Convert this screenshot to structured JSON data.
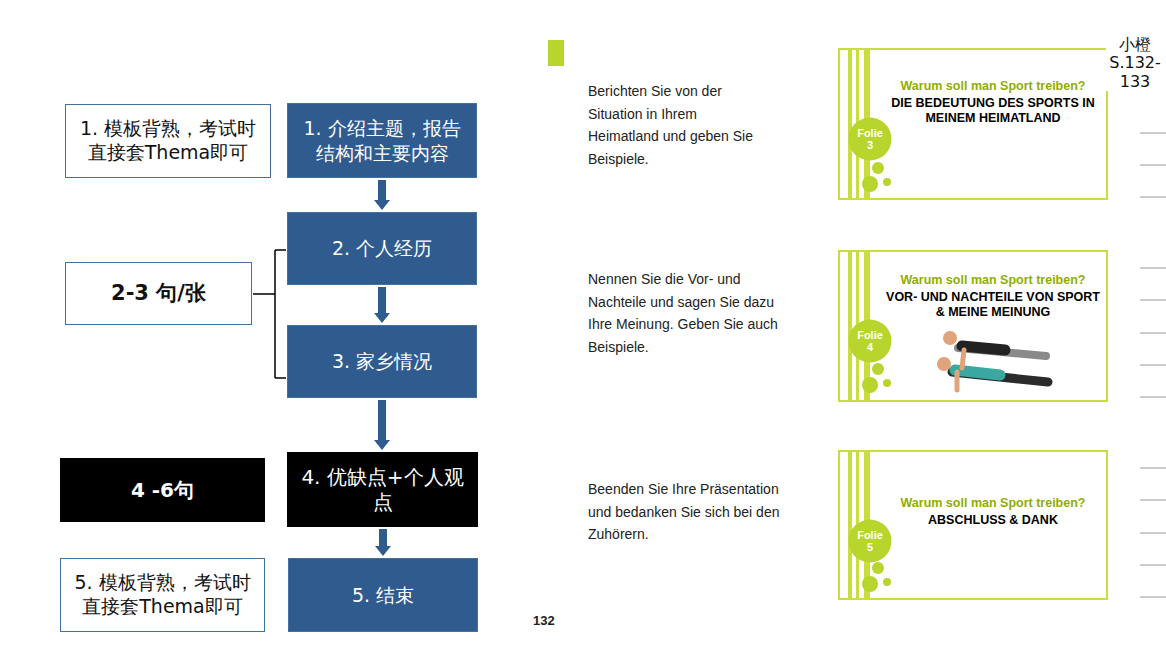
{
  "diagram": {
    "nodes": [
      {
        "text": [
          "1. 模板背熟，考试时直接套Thema即可"
        ]
      },
      {
        "text": [
          "1. 介绍主题，报告结构和主要内容"
        ]
      },
      {
        "text": [
          "2-3 句/张"
        ]
      },
      {
        "text": [
          "2. 个人经历"
        ]
      },
      {
        "text": [
          "3. 家乡情况"
        ]
      },
      {
        "text": [
          "4 -6句"
        ]
      },
      {
        "text": [
          "4. 优缺点+个人观点"
        ]
      },
      {
        "text": [
          "5. 模板背熟，考试时直接套Thema即可"
        ]
      },
      {
        "text": [
          "5. 结束"
        ]
      },
      {
        "text": [
          "Warum soll man Sport treiben?",
          "DIE BEDEUTUNG DES SPORTS IN MEINEM HEIMATLAND"
        ]
      },
      {
        "text": [
          "Folie 3"
        ],
        "in": 9
      },
      {
        "text": [
          "Warum soll man Sport treiben?",
          "VOR- UND NACHTEILE VON SPORT & MEINE MEINUNG"
        ]
      },
      {
        "text": [
          "Folie 4"
        ],
        "in": 11
      },
      {
        "text": [
          "Warum soll man Sport treiben?",
          "ABSCHLUSS & DANK"
        ]
      },
      {
        "text": [
          "Folie 5"
        ],
        "in": 13
      }
    ],
    "edges": [
      {
        "from": 1,
        "to": 3,
        "arrow": "to"
      },
      {
        "from": 3,
        "to": 4,
        "arrow": "to"
      },
      {
        "from": 4,
        "to": 6,
        "arrow": "to"
      },
      {
        "from": 6,
        "to": 8,
        "arrow": "to"
      }
    ],
    "labels": [
      "Berichten Sie von der Situation in Ihrem Heimatland und geben Sie Beispiele.",
      "Nennen Sie die Vor- und Nachteile und sagen Sie dazu Ihre Meinung. Geben Sie auch Beispiele.",
      "Beenden Sie Ihre Präsentation und bedanken Sie sich bei den Zuhörern.",
      "132",
      "小橙 S.132-133"
    ]
  }
}
